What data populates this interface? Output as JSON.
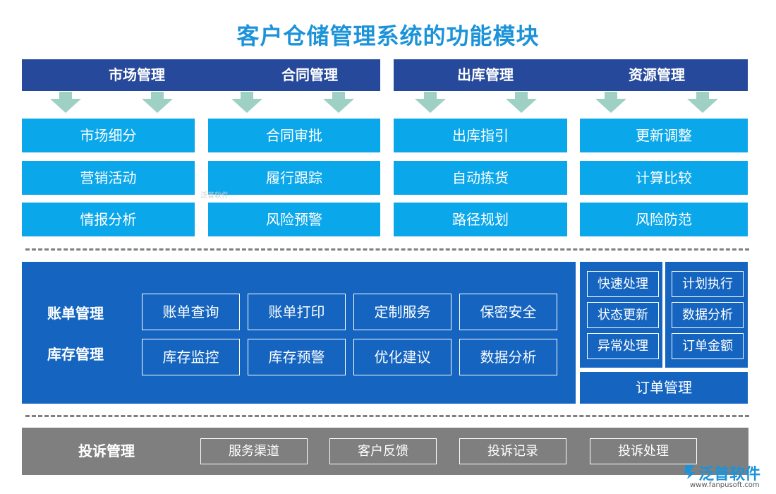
{
  "title": "客户仓储管理系统的功能模块",
  "top_headers": [
    "市场管理",
    "合同管理",
    "出库管理",
    "资源管理"
  ],
  "top_columns": [
    [
      "市场细分",
      "营销活动",
      "情报分析"
    ],
    [
      "合同审批",
      "履行跟踪",
      "风险预警"
    ],
    [
      "出库指引",
      "自动拣货",
      "路径规划"
    ],
    [
      "更新调整",
      "计算比较",
      "风险防范"
    ]
  ],
  "watermark": "泛普软件",
  "middle": {
    "labels": [
      "账单管理",
      "库存管理"
    ],
    "row1": [
      "账单查询",
      "账单打印",
      "定制服务",
      "保密安全"
    ],
    "row2": [
      "库存监控",
      "库存预警",
      "优化建议",
      "数据分析"
    ]
  },
  "order": {
    "left": [
      "快速处理",
      "状态更新",
      "异常处理"
    ],
    "right": [
      "计划执行",
      "数据分析",
      "订单金额"
    ],
    "label": "订单管理"
  },
  "complaint": {
    "label": "投诉管理",
    "items": [
      "服务渠道",
      "客户反馈",
      "投诉记录",
      "投诉处理"
    ]
  },
  "logo": {
    "name": "泛普软件",
    "url": "www.fanpusoft.com"
  },
  "colors": {
    "title": "#1c93d9",
    "header": "#27499b",
    "sub_box": "#0ba7eb",
    "arrow": "#9ed0c4",
    "panel": "#1565c0",
    "complaint_bar": "#7f7f7f"
  }
}
